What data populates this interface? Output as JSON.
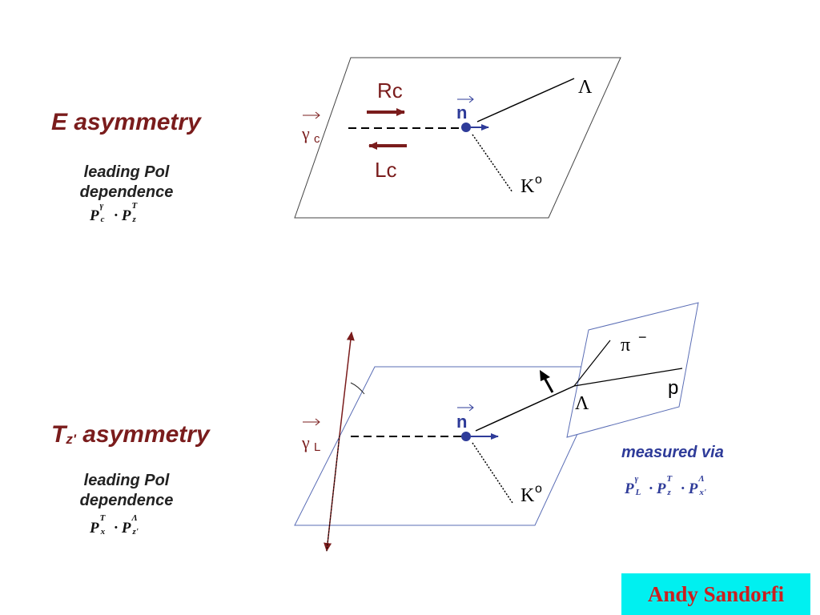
{
  "panel_e": {
    "title_main": "E asymmetry",
    "subtitle_line1": "leading Pol",
    "subtitle_line2": "dependence",
    "formula": {
      "p1": "P",
      "p1_sup": "γ",
      "p1_sub": "c",
      "dot": "·",
      "p2": "P",
      "p2_sup": "T",
      "p2_sub": "z"
    },
    "photon_label": "γ",
    "photon_sub": "c",
    "rc_label": "Rc",
    "lc_label": "Lc",
    "neutron_label": "n",
    "lambda_label": "Λ",
    "kaon_label": "K",
    "kaon_sup": "o"
  },
  "panel_t": {
    "title_main": "T",
    "title_sub": "z'",
    "title_rest": " asymmetry",
    "subtitle_line1": "leading Pol",
    "subtitle_line2": "dependence",
    "formula": {
      "p1": "P",
      "p1_sup": "T",
      "p1_sub": "x",
      "dot": "·",
      "p2": "P",
      "p2_sup": "Λ",
      "p2_sub": "z'"
    },
    "photon_label": "γ",
    "photon_sub": "L",
    "neutron_label": "n",
    "lambda_label": "Λ",
    "kaon_label": "K",
    "kaon_sup": "o",
    "pion_label": "π",
    "pion_sup": "−",
    "proton_label": "p",
    "measured_label": "measured via",
    "measured_formula": {
      "p1": "P",
      "p1_sup": "γ",
      "p1_sub": "L",
      "dot": "·",
      "p2": "P",
      "p2_sup": "T",
      "p2_sub": "z",
      "p3": "P",
      "p3_sup": "Λ",
      "p3_sub": "x'"
    }
  },
  "badge": {
    "text": "Andy Sandorfi"
  },
  "colors": {
    "dark_red": "#7a1c1c",
    "blue": "#2e3b99",
    "badge_bg": "#00f0f0",
    "badge_text": "#cc1f1f"
  }
}
